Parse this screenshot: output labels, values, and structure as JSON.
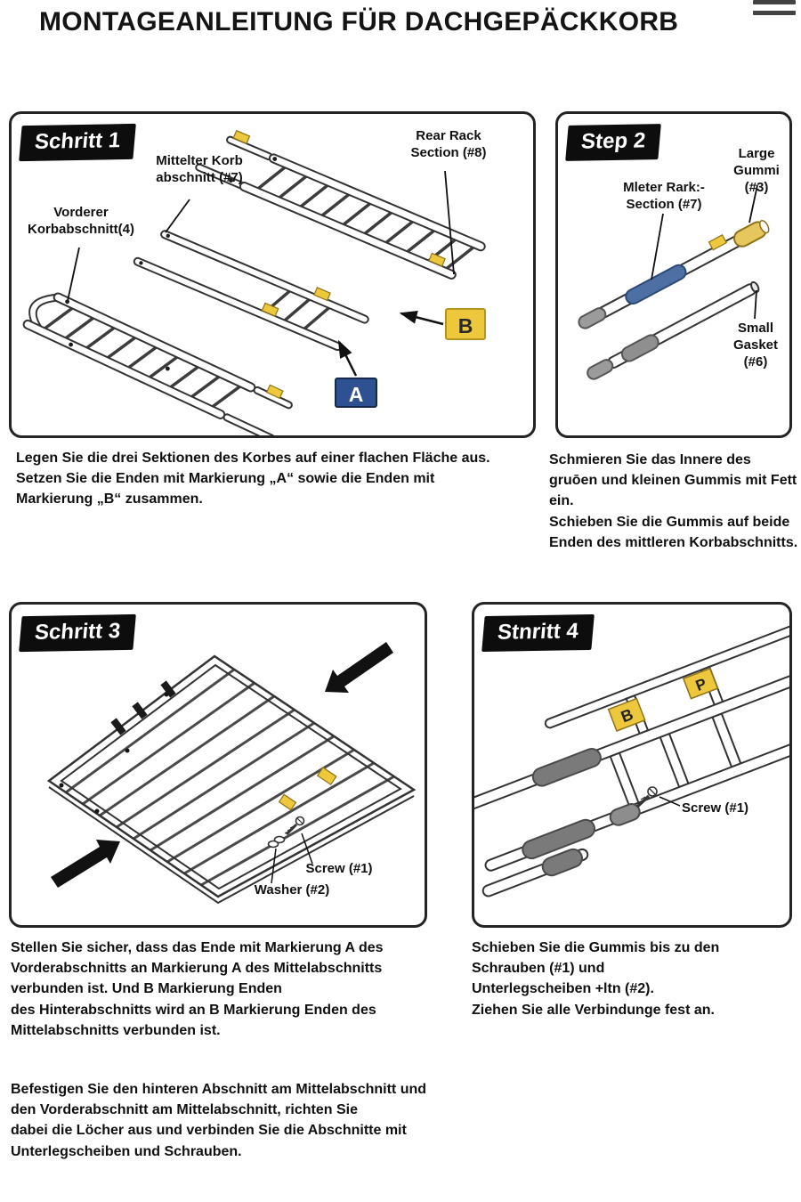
{
  "header": {
    "title": "MONTAGEANLEITUNG FÜR DACHGEPÄCKKORB"
  },
  "colors": {
    "badge_blue": "#2d5191",
    "badge_yellow": "#eec83c",
    "sleeve_blue": "#4e6fa3",
    "gasket_gray": "#9b9b9b"
  },
  "step1": {
    "label": "Schritt 1",
    "callout_front": [
      "Vorderer",
      "Korbabschnitt(4)"
    ],
    "callout_middle": [
      "Mittelter Korb",
      "abschnitt (#7)"
    ],
    "callout_rear": [
      "Rear Rack",
      "Section (#8)"
    ],
    "badge_a": "A",
    "badge_b": "B",
    "lines": [
      "Legen Sie die drei Sektionen des Korbes auf einer flachen Fläche aus.",
      "Setzen Sie die Enden mit Markierung „A“ sowie die Enden mit",
      "Markierung „B“ zusammen."
    ]
  },
  "step2": {
    "label": "Step 2",
    "callout_middle": [
      "Mleter Rark:-",
      "Section (#7)"
    ],
    "callout_large": [
      "Large",
      "Gummi (#3)"
    ],
    "callout_small": [
      "Small",
      "Gasket (#6)"
    ],
    "lines": [
      "Schmieren Sie das Innere des",
      "gruōen und kleinen Gummis mit Fett",
      "ein.",
      "Schieben Sie die Gummis auf beide",
      "Enden des mittleren Korbabschnitts."
    ]
  },
  "step3": {
    "label": "Schritt 3",
    "callout_screw": "Screw (#1)",
    "callout_washer": "Washer (#2)",
    "lines_a": [
      "Stellen Sie sicher, dass das Ende mit Markierung A  des",
      "Vorderabschnitts an Markierung A  des Mittelabschnitts",
      "verbunden ist. Und B Markierung Enden",
      "des Hinterabschnitts wird an B Markierung Enden des",
      "Mittelabschnitts verbunden ist."
    ],
    "lines_b": [
      "Befestigen Sie den hinteren Abschnitt am Mittelabschnitt und",
      "den Vorderabschnitt am Mittelabschnitt, richten Sie",
      "dabei die Löcher aus und verbinden Sie die Abschnitte mit",
      "Unterlegscheiben und Schrauben."
    ]
  },
  "step4": {
    "label": "Stnritt 4",
    "callout_screw": "Screw (#1)",
    "tag_b": "B",
    "tag_p": "P",
    "lines": [
      "Schieben Sie die Gummis bis zu den",
      "Schrauben (#1) und",
      "Unterlegscheiben +ltn (#2).",
      "Ziehen Sie alle Verbindunge fest an."
    ]
  }
}
